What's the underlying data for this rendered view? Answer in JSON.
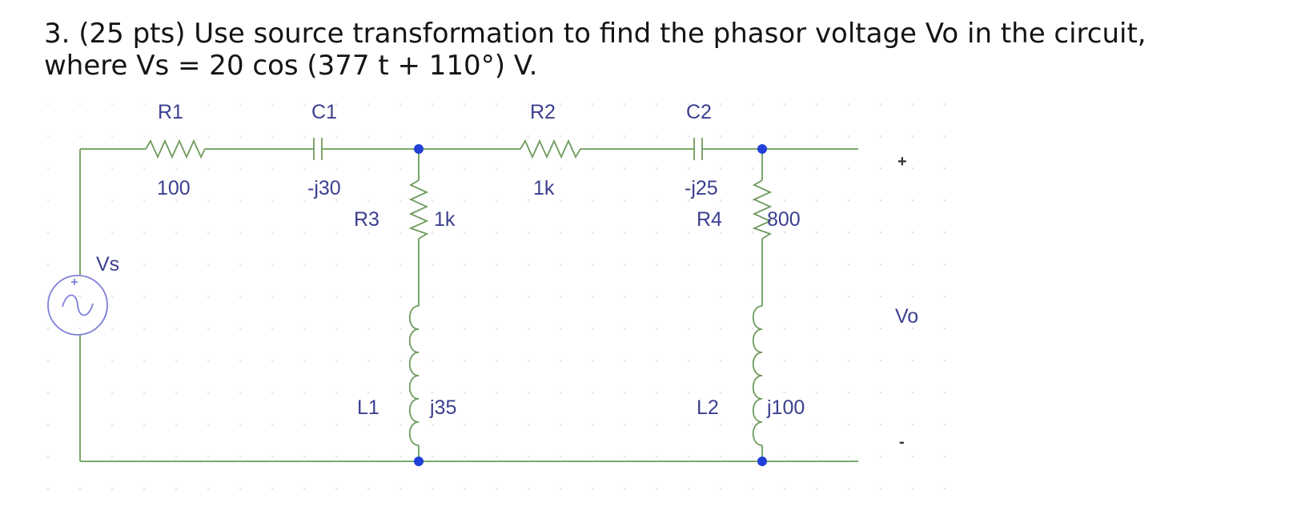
{
  "problem": {
    "line1": "3. (25 pts) Use source transformation to find the phasor voltage Vo in the circuit,",
    "line2": "where Vs = 20 cos (377 t + 110°) V."
  },
  "circuit": {
    "source": {
      "name": "Vs"
    },
    "r1": {
      "name": "R1",
      "value": "100"
    },
    "c1": {
      "name": "C1",
      "value": "-j30"
    },
    "r2": {
      "name": "R2",
      "value": "1k"
    },
    "c2": {
      "name": "C2",
      "value": "-j25"
    },
    "r3": {
      "name": "R3",
      "value": "1k"
    },
    "l1": {
      "name": "L1",
      "value": "j35"
    },
    "r4": {
      "name": "R4",
      "value": "800"
    },
    "l2": {
      "name": "L2",
      "value": "j100"
    },
    "output": {
      "name": "Vo",
      "plus": "+",
      "minus": "-"
    }
  },
  "colors": {
    "wire": "#79a86a",
    "label": "#3b3f8f",
    "node": "#2040d8",
    "source": "#7f7fd9"
  }
}
